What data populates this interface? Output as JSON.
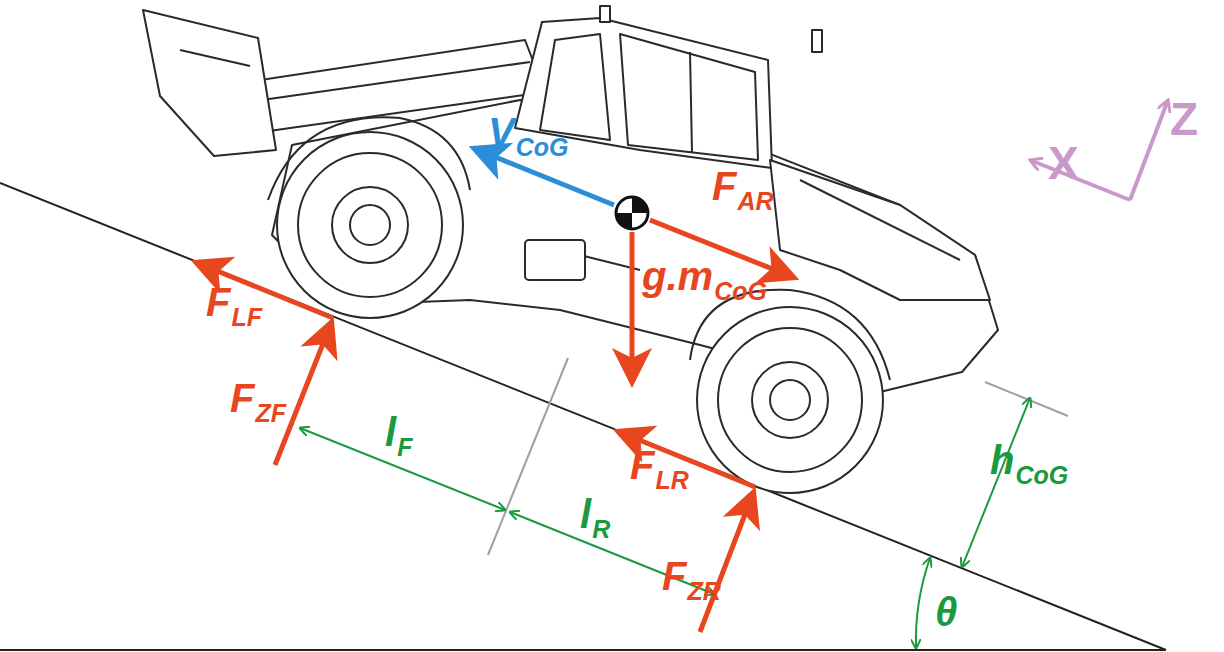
{
  "diagram": {
    "labels": [
      "V",
      "CoG",
      "F",
      "AR",
      "g.m",
      "CoG",
      "F",
      "LF",
      "F",
      "ZF",
      "l",
      "F",
      "l",
      "R",
      "F",
      "LR",
      "F",
      "ZR",
      "h",
      "CoG",
      "θ",
      "X",
      "Z"
    ]
  }
}
